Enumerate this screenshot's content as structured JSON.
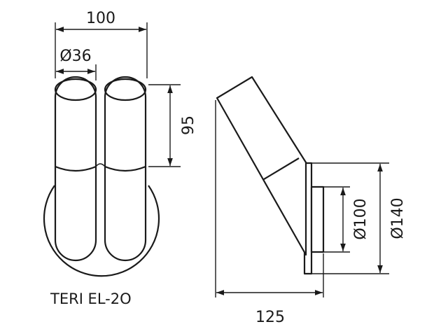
{
  "product": {
    "model": "TERI EL-2O"
  },
  "dimensions": {
    "overall_width": "100",
    "tube_diameter": "Ø36",
    "upper_height": "95",
    "depth": "125",
    "base_inner_diameter": "Ø100",
    "base_outer_diameter": "Ø140"
  },
  "colors": {
    "line": "#1a1a1a",
    "background": "#ffffff"
  }
}
